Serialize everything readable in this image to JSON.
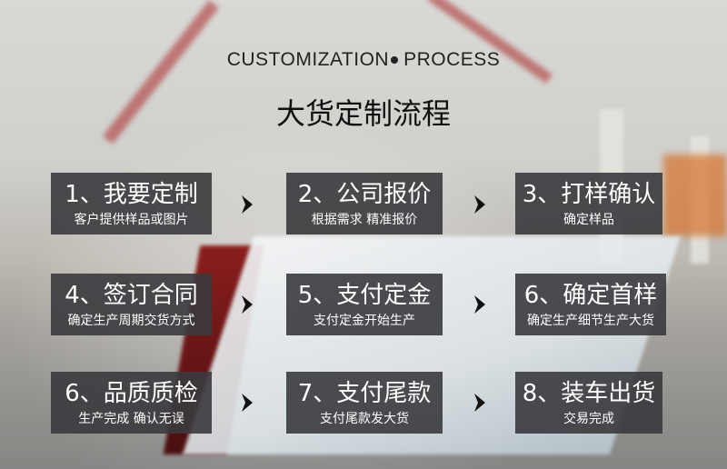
{
  "heading": {
    "en_left": "CUSTOMIZATION",
    "en_right": "PROCESS",
    "cn": "大货定制流程"
  },
  "steps": [
    {
      "title": "1、我要定制",
      "subtitle": "客户提供样品或图片"
    },
    {
      "title": "2、公司报价",
      "subtitle": "根据需求 精准报价"
    },
    {
      "title": "3、打样确认",
      "subtitle": "确定样品"
    },
    {
      "title": "4、签订合同",
      "subtitle": "确定生产周期交货方式"
    },
    {
      "title": "5、支付定金",
      "subtitle": "支付定金开始生产"
    },
    {
      "title": "6、确定首样",
      "subtitle": "确定生产细节生产大货"
    },
    {
      "title": "6、品质质检",
      "subtitle": "生产完成 确认无误"
    },
    {
      "title": "7、支付尾款",
      "subtitle": "支付尾款发大货"
    },
    {
      "title": "8、装车出货",
      "subtitle": "交易完成"
    }
  ],
  "colors": {
    "box": "#3a3a3e",
    "text": "#ffffff",
    "arrow": "#111111"
  },
  "icons": {
    "arrow": "chevron-right-icon"
  }
}
